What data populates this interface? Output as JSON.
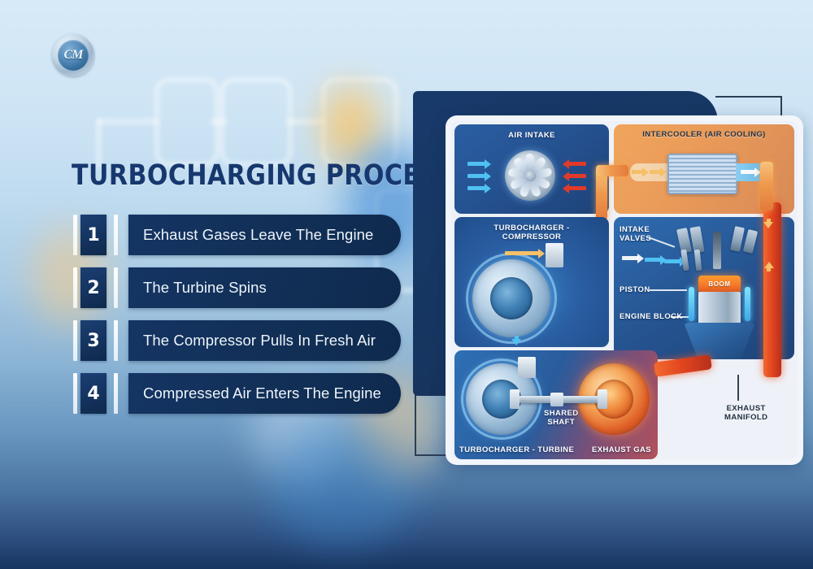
{
  "brand": {
    "logo_text": "CM",
    "logo_name": "cm-badge-logo"
  },
  "header": {
    "title": "TURBOCHARGING PROCESS"
  },
  "steps": [
    {
      "number": "1",
      "label": "Exhaust Gases Leave The Engine"
    },
    {
      "number": "2",
      "label": "The Turbine Spins"
    },
    {
      "number": "3",
      "label": "The Compressor Pulls In Fresh Air"
    },
    {
      "number": "4",
      "label": "Compressed Air Enters The Engine"
    }
  ],
  "diagram": {
    "panels": {
      "air_intake": "AIR INTAKE",
      "intercooler": "INTERCOOLER (AIR COOLING)",
      "turbo_compressor": "TURBOCHARGER -\nCOMPRESSOR",
      "turbo_turbine": "TURBOCHARGER - TURBINE",
      "exhaust_gas": "EXHAUST GAS",
      "shared_shaft": "SHARED\nSHAFT"
    },
    "engine_labels": {
      "intake_valves": "INTAKE\nVALVES",
      "piston": "PISTON",
      "engine_block": "ENGINE BLOCK",
      "combustion": "BOOM"
    },
    "outside_labels": {
      "exhaust_manifold": "EXHAUST\nMANIFOLD"
    }
  },
  "colors": {
    "navy": "#14335f",
    "deep_navy": "#0f2a4e",
    "title_navy": "#17386e",
    "hot_orange": "#ef9a4e",
    "exhaust_red": "#e0441f",
    "cool_blue": "#4fc0f2",
    "panel_blue": "#244f8d",
    "intercooler_orange": "#e99a59"
  }
}
